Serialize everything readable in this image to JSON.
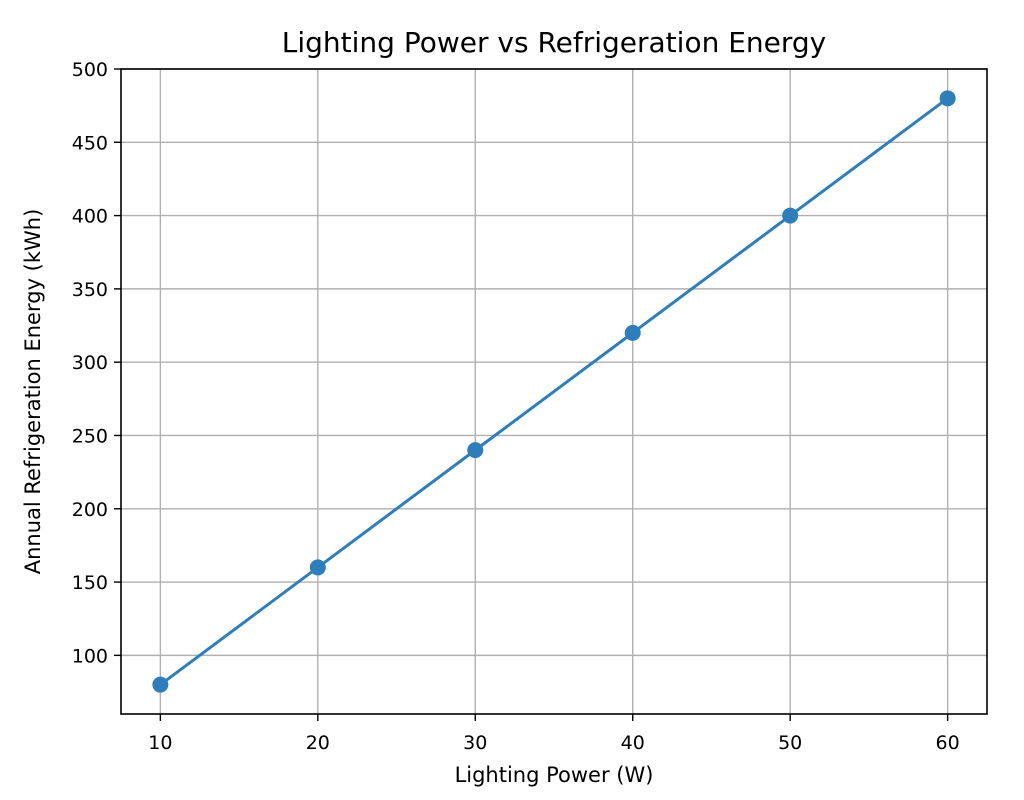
{
  "chart_data": {
    "type": "line",
    "title": "Lighting Power vs Refrigeration Energy",
    "xlabel": "Lighting Power (W)",
    "ylabel": "Annual Refrigeration Energy (kWh)",
    "x": [
      10,
      20,
      30,
      40,
      50,
      60
    ],
    "series": [
      {
        "values": [
          80,
          160,
          240,
          320,
          400,
          480
        ],
        "color": "#2f7ebc",
        "marker": "circle"
      }
    ],
    "xlim": [
      7.5,
      62.5
    ],
    "ylim": [
      60,
      500
    ],
    "xticks": [
      10,
      20,
      30,
      40,
      50,
      60
    ],
    "yticks": [
      100,
      150,
      200,
      250,
      300,
      350,
      400,
      450,
      500
    ],
    "grid": true,
    "legend": "none"
  }
}
